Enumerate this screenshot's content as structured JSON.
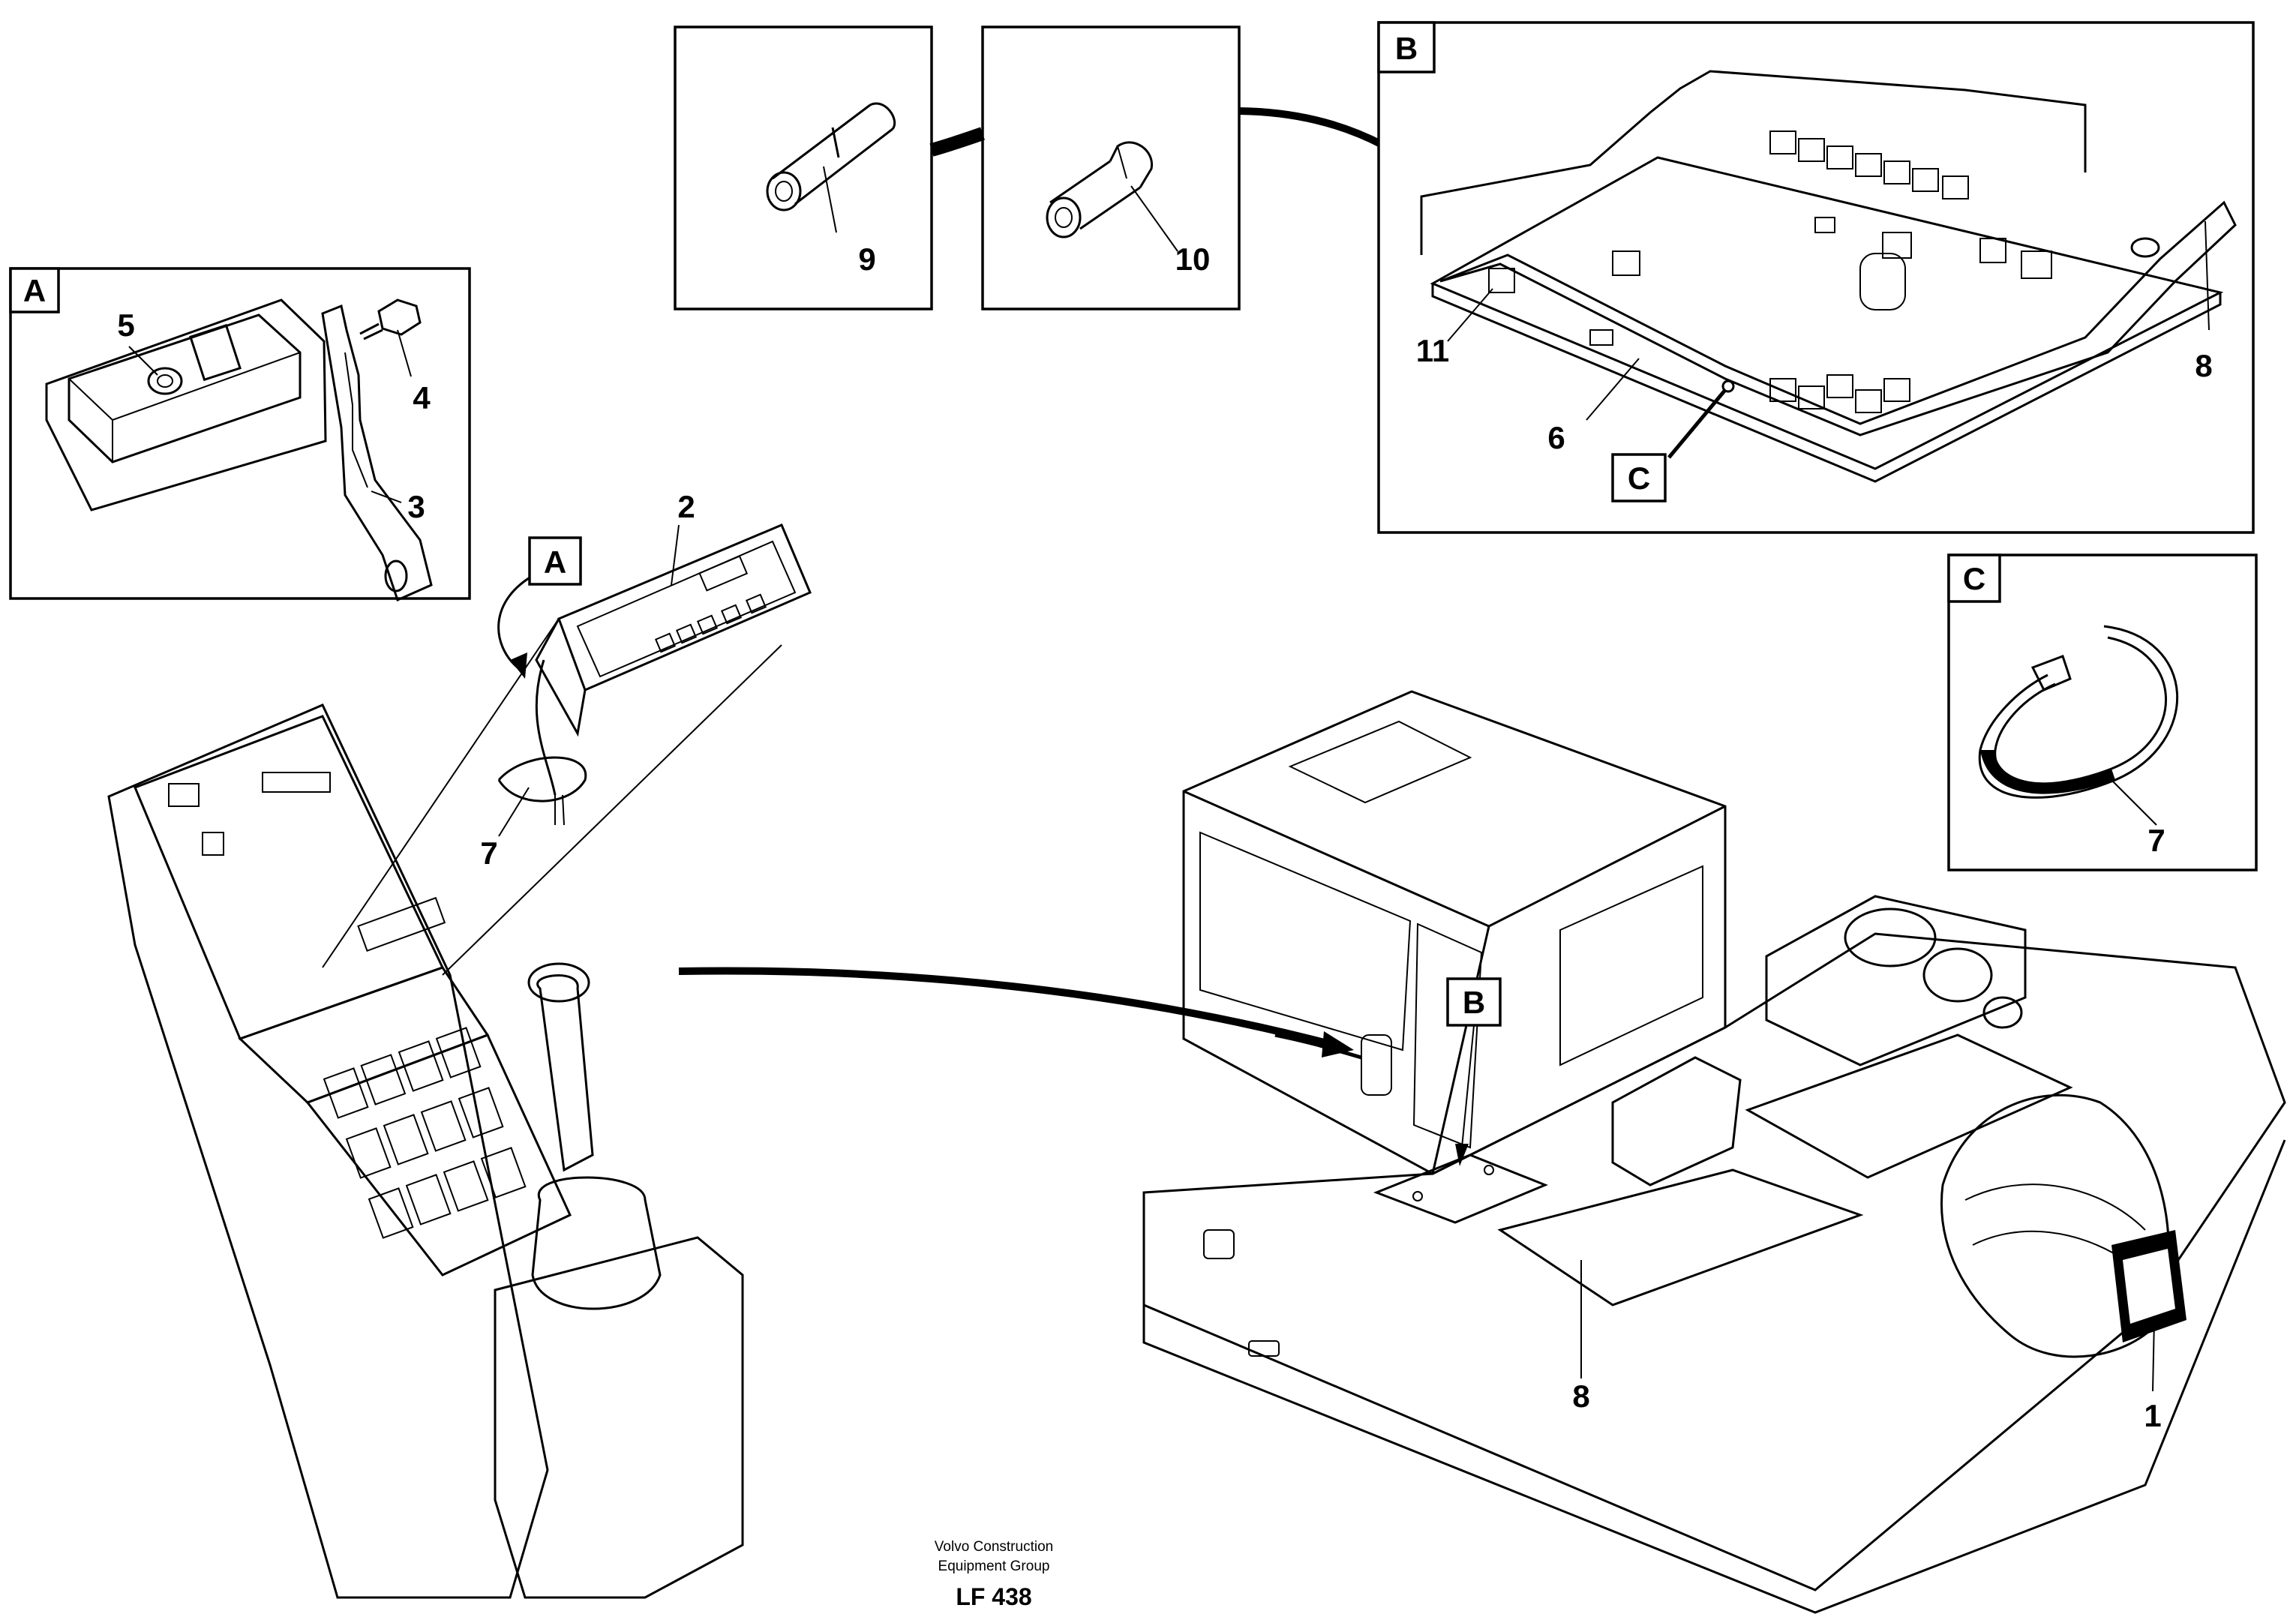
{
  "callouts": {
    "box_a": "A",
    "box_b": "B",
    "box_c": "C",
    "ref_a": "A",
    "ref_b": "B",
    "ref_c": "C"
  },
  "part_numbers": {
    "p1": "1",
    "p2": "2",
    "p3": "3",
    "p4": "4",
    "p5": "5",
    "p6": "6",
    "p7_panel": "7",
    "p7_detail": "7",
    "p8_board": "8",
    "p8_machine": "8",
    "p9": "9",
    "p10": "10",
    "p11": "11"
  },
  "footer": {
    "line1": "Volvo Construction",
    "line2": "Equipment Group",
    "code": "LF 438"
  }
}
